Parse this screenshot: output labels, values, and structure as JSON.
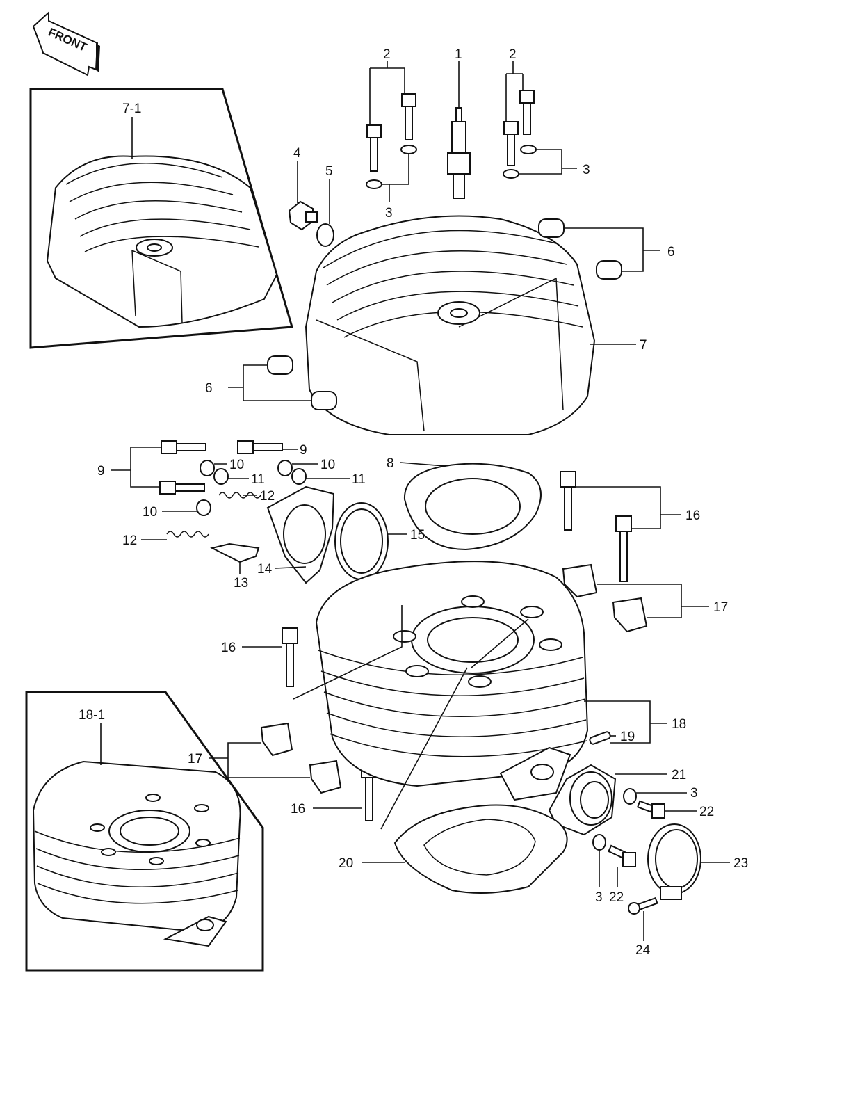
{
  "front_arrow": {
    "text": "FRONT"
  },
  "callouts": {
    "l1": "1",
    "l2a": "2",
    "l2b": "2",
    "l3a": "3",
    "l3b": "3",
    "l3c": "3",
    "l3d": "3",
    "l4": "4",
    "l5": "5",
    "l6a": "6",
    "l6b": "6",
    "l7": "7",
    "l7_1": "7-1",
    "l8": "8",
    "l9a": "9",
    "l9b": "9",
    "l10a": "10",
    "l10b": "10",
    "l10c": "10",
    "l11a": "11",
    "l11b": "11",
    "l12a": "12",
    "l12b": "12",
    "l13": "13",
    "l14": "14",
    "l15": "15",
    "l16a": "16",
    "l16b": "16",
    "l16c": "16",
    "l17a": "17",
    "l17b": "17",
    "l18": "18",
    "l18_1": "18-1",
    "l19": "19",
    "l20": "20",
    "l21": "21",
    "l22a": "22",
    "l22b": "22",
    "l23": "23",
    "l24": "24"
  }
}
